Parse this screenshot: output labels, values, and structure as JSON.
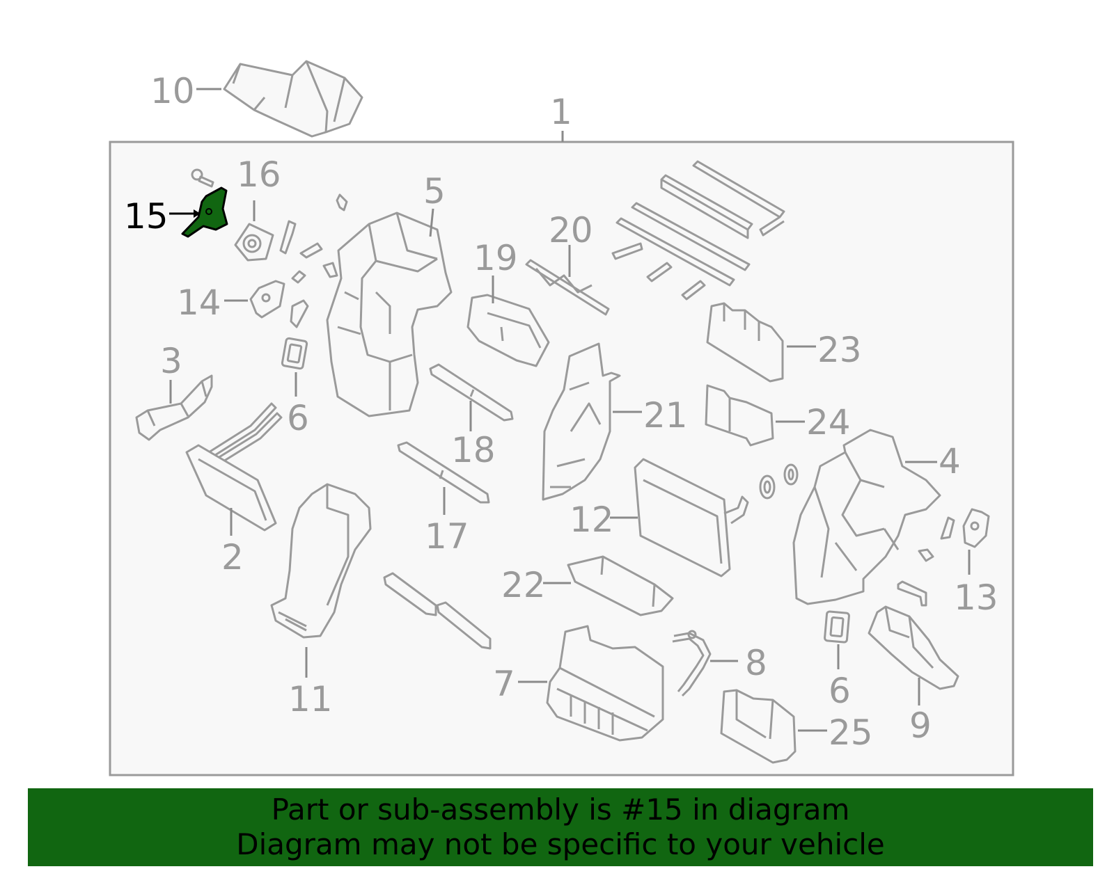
{
  "diagram": {
    "highlight_part": "15",
    "highlight_color": "#116611",
    "colors": {
      "line": "#9a9a9a",
      "panel_bg": "#f8f8f8",
      "banner": "#116611"
    },
    "labels": {
      "p1": "1",
      "p2": "2",
      "p3": "3",
      "p4": "4",
      "p5": "5",
      "p6a": "6",
      "p6b": "6",
      "p7": "7",
      "p8": "8",
      "p9": "9",
      "p10": "10",
      "p11": "11",
      "p12": "12",
      "p13": "13",
      "p14": "14",
      "p15": "15",
      "p16": "16",
      "p17": "17",
      "p18": "18",
      "p19": "19",
      "p20": "20",
      "p21": "21",
      "p22": "22",
      "p23": "23",
      "p24": "24",
      "p25": "25"
    }
  },
  "banner": {
    "line1": "Part or sub-assembly is #15 in diagram",
    "line2": "Diagram may not be specific to your vehicle"
  }
}
